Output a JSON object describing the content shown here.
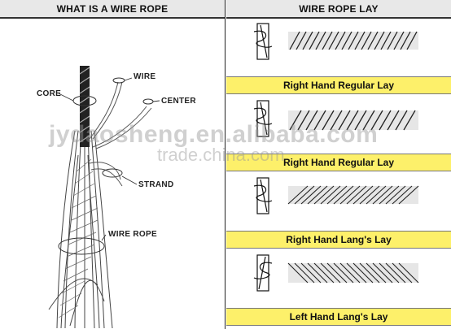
{
  "left": {
    "header": "WHAT IS A WIRE ROPE"
  },
  "right": {
    "header": "WIRE ROPE LAY"
  },
  "callouts": {
    "core": "CORE",
    "wire": "WIRE",
    "center": "CENTER",
    "strand": "STRAND",
    "wire_rope": "WIRE ROPE"
  },
  "lays": [
    {
      "label": "Right Hand Regular Lay"
    },
    {
      "label": "Right Hand Regular Lay"
    },
    {
      "label": "Right Hand Lang's Lay"
    },
    {
      "label": "Left Hand Lang's Lay"
    }
  ],
  "watermarks": {
    "domain": "jydaosheng.en.alibaba.com",
    "site": "trade.china.com"
  },
  "colors": {
    "caption_bg": "#fdf06a",
    "header_bg": "#e8e8e8"
  }
}
